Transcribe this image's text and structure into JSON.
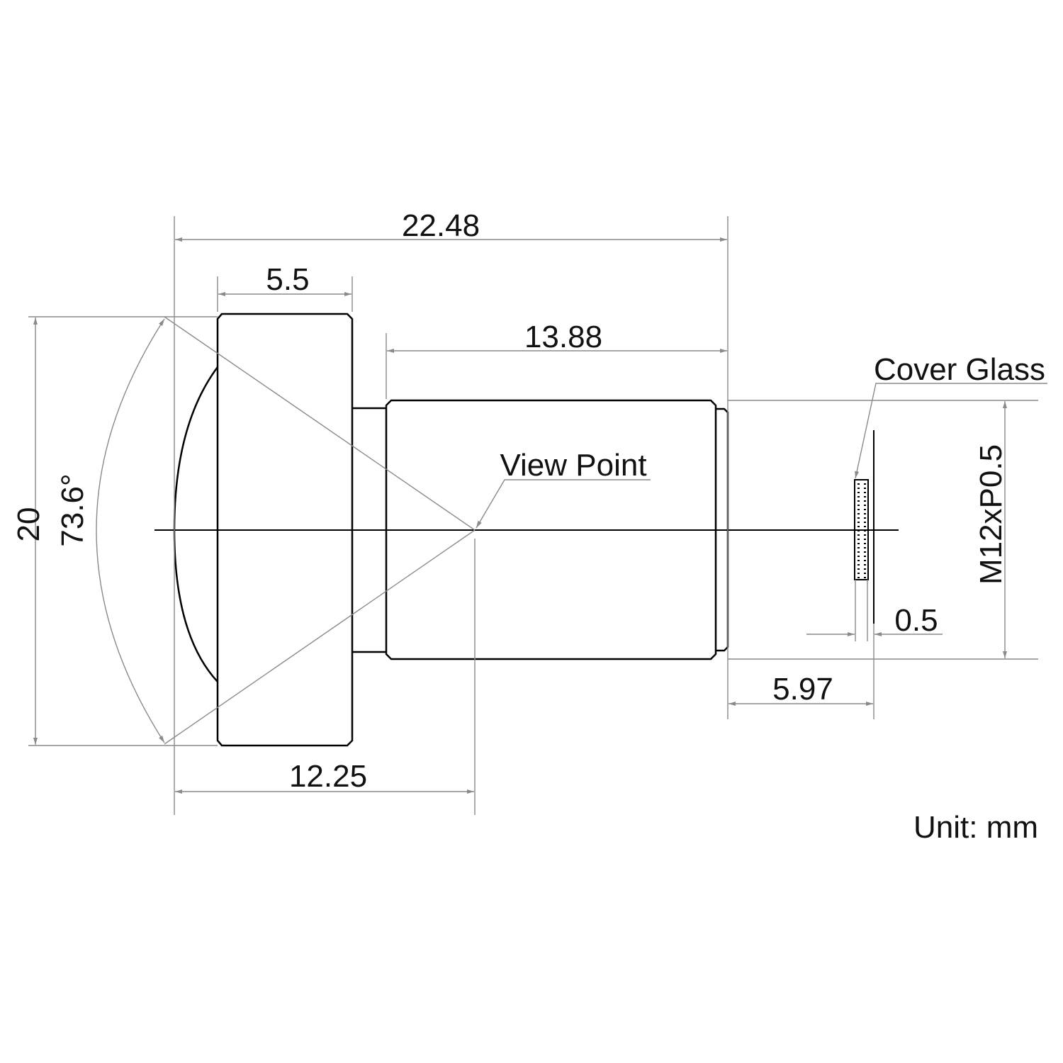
{
  "diagram": {
    "dimensions": {
      "overall_length": "22.48",
      "front_housing_length": "5.5",
      "thread_length": "13.88",
      "view_point_distance": "12.25",
      "back_focal_distance": "5.97",
      "cover_glass_thickness": "0.5",
      "front_diameter": "20",
      "field_of_view": "73.6°",
      "thread_spec": "M12xP0.5"
    },
    "labels": {
      "view_point": "View Point",
      "cover_glass": "Cover Glass",
      "unit": "Unit: mm"
    },
    "colors": {
      "outline": "#000000",
      "dimension": "#8a8a8a"
    }
  }
}
